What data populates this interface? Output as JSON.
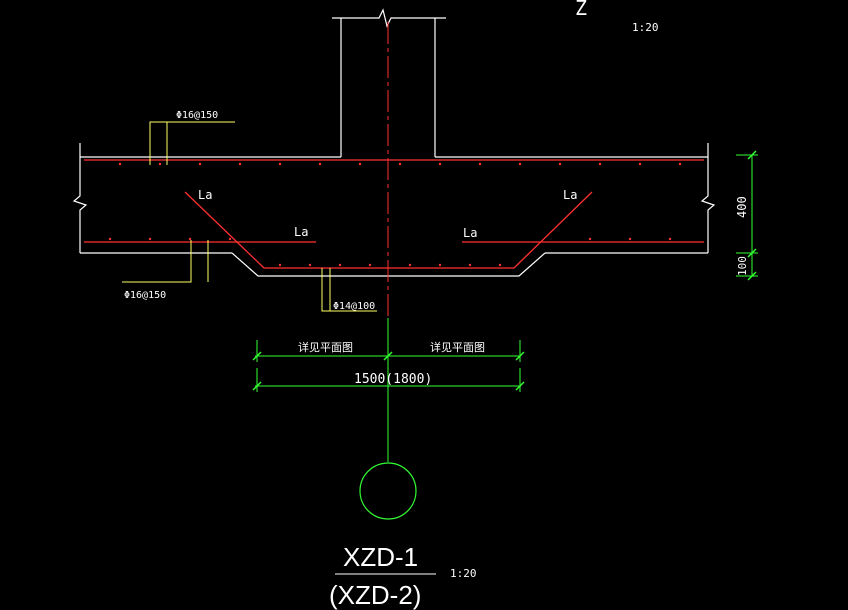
{
  "colors": {
    "background": "#000000",
    "outline": "#ffffff",
    "rebar": "#ff3030",
    "centerline": "#ff3030",
    "leader": "#ffff66",
    "dimension": "#33ff33",
    "annotation": "#ffffff"
  },
  "top_section_mark": "Z",
  "top_scale": "1:20",
  "rebar_labels": {
    "top_bar": "Φ16@150",
    "bottom_bar": "Φ16@150",
    "stirrup": "Φ14@100"
  },
  "anchorage_labels": {
    "left_diagonal": "La",
    "left_bottom": "La",
    "right_diagonal": "La",
    "right_bottom": "La"
  },
  "dimensions": {
    "left_half": "详见平面图",
    "right_half": "详见平面图",
    "total_width": "1500(1800)",
    "slab_thickness": "400",
    "drop_depth": "100"
  },
  "detail_title": {
    "main": "XZD-1",
    "alternate": "(XZD-2)",
    "scale": "1:20"
  }
}
